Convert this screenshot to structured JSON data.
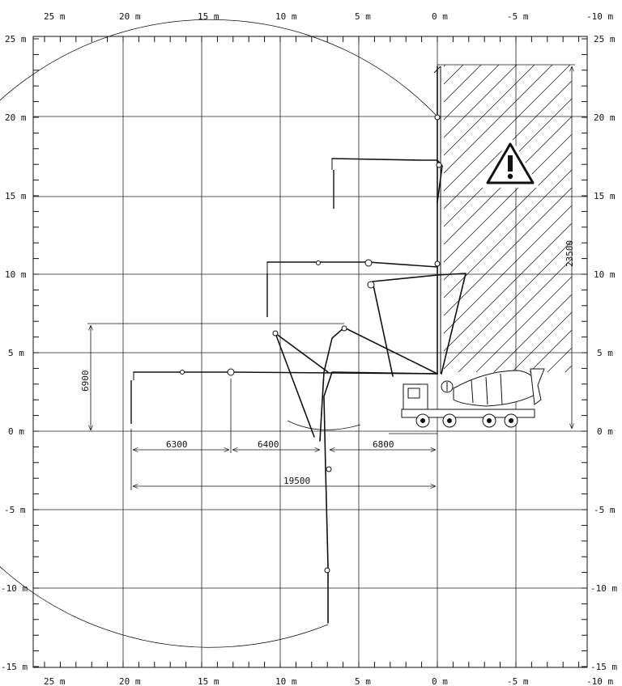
{
  "axes": {
    "x_labels": [
      "25 m",
      "20 m",
      "15 m",
      "10 m",
      "5 m",
      "0 m",
      "-5 m",
      "-10 m"
    ],
    "y_labels": [
      "25 m",
      "20 m",
      "15 m",
      "10 m",
      "5 m",
      "0 m",
      "-5 m",
      "-10 m",
      "-15 m"
    ]
  },
  "dimensions": {
    "seg1": "6300",
    "seg2": "6400",
    "seg3": "6800",
    "total_reach": "19500",
    "max_height": "23500",
    "fold_height": "6900"
  },
  "warning": {
    "icon": "warning-triangle-icon",
    "symbol": "!"
  }
}
